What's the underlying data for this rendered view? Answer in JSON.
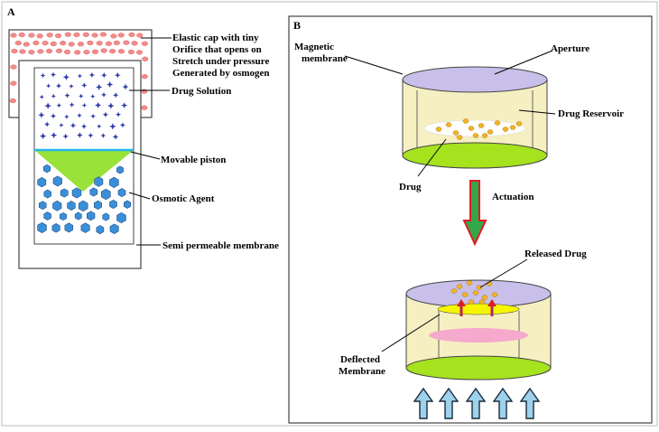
{
  "panel_a": {
    "letter": "A",
    "cap_label_lines": [
      "Elastic cap with tiny",
      "Orifice that opens on",
      "Stretch under pressure",
      "Generated by osmogen"
    ],
    "drug_solution": "Drug Solution",
    "piston": "Movable piston",
    "osmotic_agent": "Osmotic Agent",
    "membrane": "Semi permeable membrane"
  },
  "panel_b": {
    "letter": "B",
    "magnetic_membrane_lines": [
      "Magnetic",
      "membrane"
    ],
    "aperture": "Aperture",
    "drug_reservoir": "Drug Reservoir",
    "drug": "Drug",
    "actuation": "Actuation",
    "released_drug": "Released Drug",
    "deflected_membrane_lines": [
      "Deflected",
      "Membrane"
    ]
  },
  "colors": {
    "cap_dots": "#f28b8b",
    "star": "#2b3aa8",
    "piston": "#99e23a",
    "piston_line": "#29b6e8",
    "hexagon": "#3b8fd8",
    "cylinder_body": "#f5efc2",
    "cylinder_top": "#c8c0ea",
    "cylinder_bottom": "#a6e21e",
    "drug_particle": "#f3b325",
    "arrow_green": "#32a84a",
    "arrow_red": "#e01b24",
    "deflected": "#f5a9cc",
    "up_arrow": "#9ed2ec"
  }
}
